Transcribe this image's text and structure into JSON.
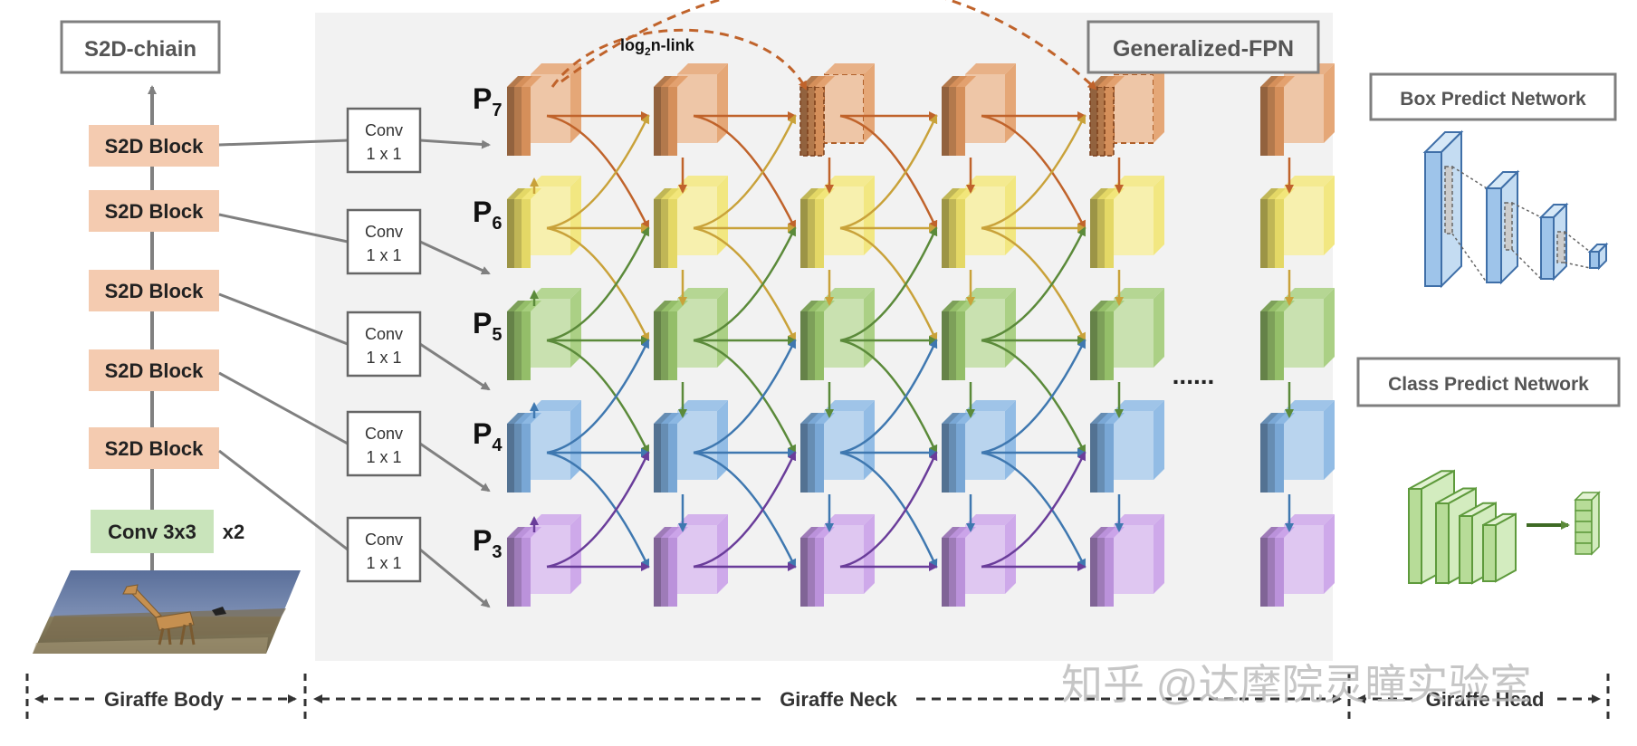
{
  "body": {
    "chain_title": "S2D-chiain",
    "blocks": [
      "S2D Block",
      "S2D Block",
      "S2D Block",
      "S2D Block",
      "S2D Block"
    ],
    "conv3x3": "Conv 3x3",
    "repeat": "x2",
    "section_label": "Giraffe Body"
  },
  "neck": {
    "title": "Generalized-FPN",
    "log_link": {
      "base": "log",
      "sub": "2",
      "rest": "n-link"
    },
    "conv_line1": "Conv",
    "conv_line2": "1 x 1",
    "levels": [
      {
        "base": "P",
        "sub": "7",
        "color": "#e0975f"
      },
      {
        "base": "P",
        "sub": "6",
        "color": "#f0e36b"
      },
      {
        "base": "P",
        "sub": "5",
        "color": "#9cc86f"
      },
      {
        "base": "P",
        "sub": "4",
        "color": "#7fb0e0"
      },
      {
        "base": "P",
        "sub": "3",
        "color": "#c59ae6"
      }
    ],
    "ellipsis": "......",
    "section_label": "Giraffe Neck"
  },
  "head": {
    "box_title": "Box Predict Network",
    "class_title": "Class Predict Network",
    "section_label": "Giraffe Head"
  },
  "watermark": "知乎 @达摩院灵瞳实验室",
  "colors": {
    "block_fill": "#f4cbb0",
    "conv3_fill": "#c9e4bb",
    "panel_bg": "#f2f2f2",
    "arrow_orange": "#c0632b",
    "arrow_yellow": "#c9a23a",
    "arrow_green": "#5b8a3a",
    "arrow_blue": "#3f78b0",
    "arrow_purple": "#6a3d9a"
  }
}
